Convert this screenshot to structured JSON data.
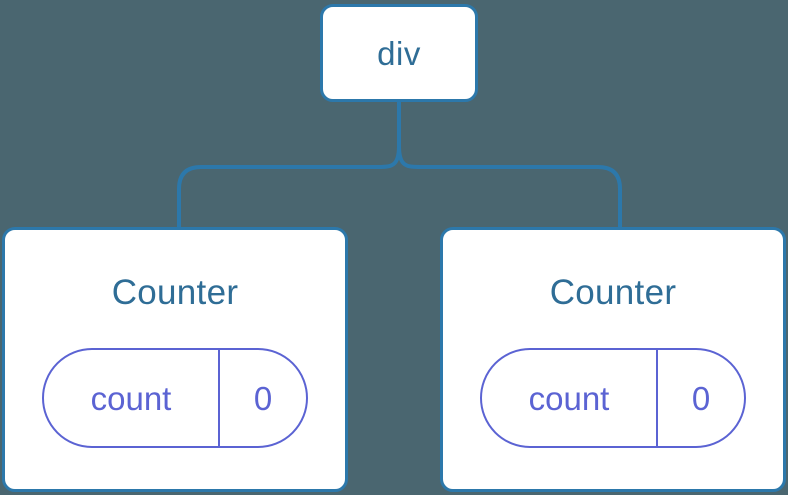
{
  "diagram": {
    "type": "component-tree",
    "background_color": "#4a6670",
    "edge_color": "#2c78ab",
    "node_border_color": "#2c78ab",
    "node_fill_color": "#ffffff",
    "node_label_color": "#2f6d96",
    "state_color": "#5b63d3",
    "root": {
      "label": "div"
    },
    "children": [
      {
        "title": "Counter",
        "state": {
          "key": "count",
          "value": "0"
        }
      },
      {
        "title": "Counter",
        "state": {
          "key": "count",
          "value": "0"
        }
      }
    ]
  }
}
